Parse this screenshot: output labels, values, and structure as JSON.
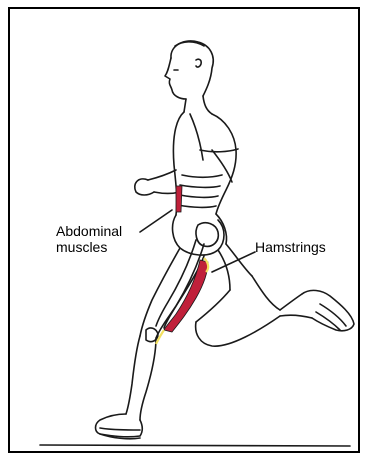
{
  "labels": {
    "abdominal_line1": "Abdominal",
    "abdominal_line2": "muscles",
    "hamstrings": "Hamstrings"
  },
  "colors": {
    "muscle": "#c0203a",
    "tendon": "#f3e060",
    "line": "#1a1a1a",
    "border": "#000000",
    "background": "#ffffff"
  }
}
